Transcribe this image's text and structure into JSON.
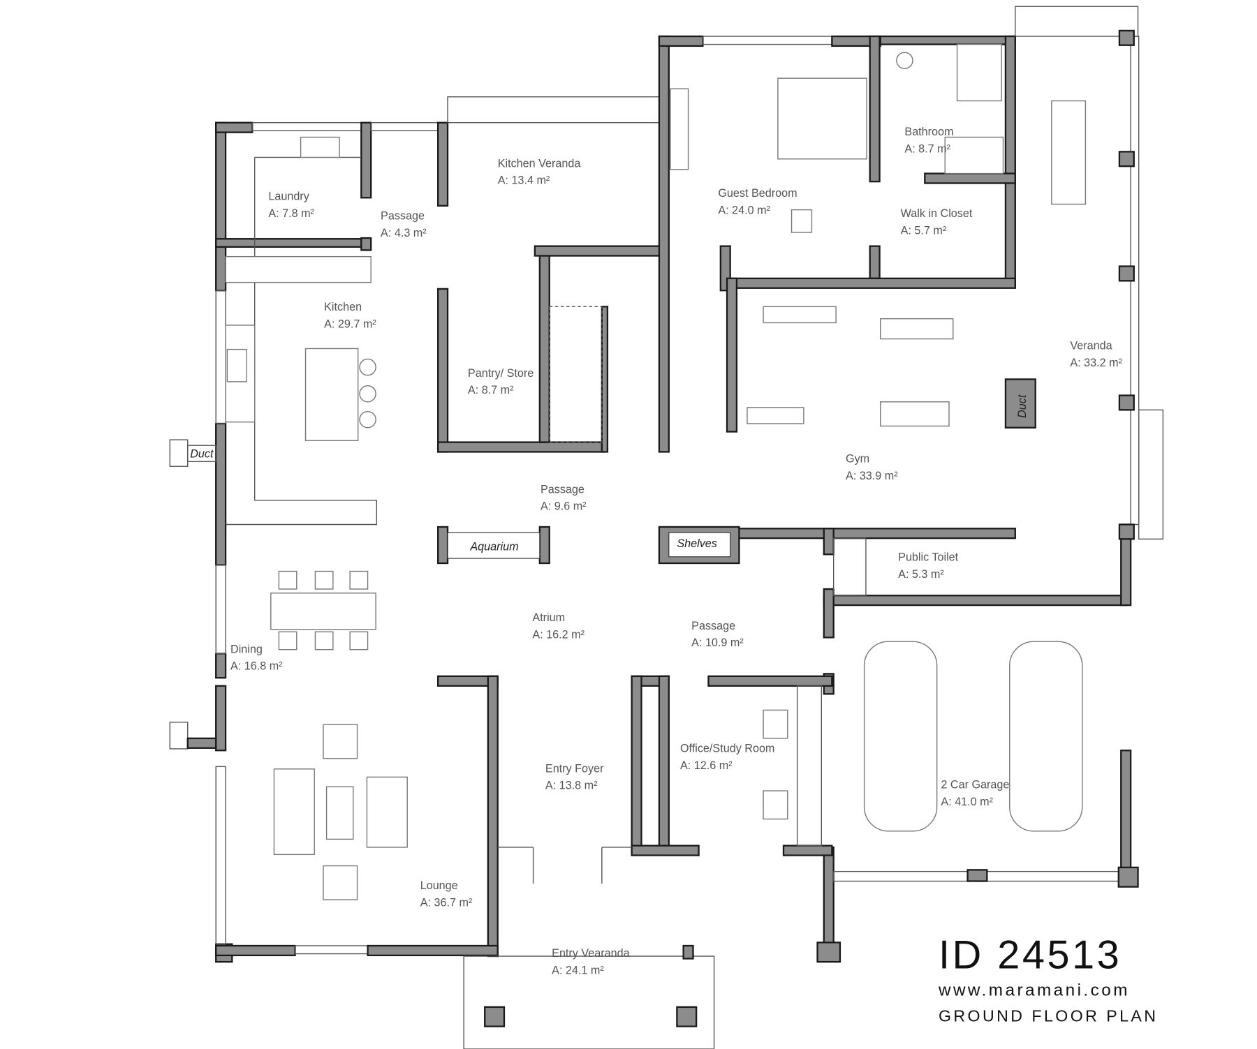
{
  "plan": {
    "id_label": "ID 24513",
    "website": "www.maramani.com",
    "plan_title": "GROUND FLOOR PLAN"
  },
  "rooms": [
    {
      "name": "Laundry",
      "area": "A: 7.8 m²"
    },
    {
      "name": "Passage",
      "area": "A: 4.3 m²"
    },
    {
      "name": "Kitchen Veranda",
      "area": "A: 13.4 m²"
    },
    {
      "name": "Guest Bedroom",
      "area": "A: 24.0 m²"
    },
    {
      "name": "Bathroom",
      "area": "A: 8.7 m²"
    },
    {
      "name": "Walk in Closet",
      "area": "A: 5.7 m²"
    },
    {
      "name": "Kitchen",
      "area": "A: 29.7 m²"
    },
    {
      "name": "Pantry/ Store",
      "area": "A: 8.7 m²"
    },
    {
      "name": "Veranda",
      "area": "A: 33.2 m²"
    },
    {
      "name": "Gym",
      "area": "A: 33.9 m²"
    },
    {
      "name": "Passage",
      "area": "A: 9.6 m²"
    },
    {
      "name": "Public Toilet",
      "area": "A: 5.3 m²"
    },
    {
      "name": "Atrium",
      "area": "A: 16.2 m²"
    },
    {
      "name": "Passage",
      "area": "A: 10.9 m²"
    },
    {
      "name": "Dining",
      "area": "A: 16.8 m²"
    },
    {
      "name": "Office/Study Room",
      "area": "A: 12.6 m²"
    },
    {
      "name": "Entry Foyer",
      "area": "A: 13.8 m²"
    },
    {
      "name": "2 Car Garage",
      "area": "A: 41.0 m²"
    },
    {
      "name": "Lounge",
      "area": "A: 36.7 m²"
    },
    {
      "name": "Entry Vearanda",
      "area": "A: 24.1 m²"
    }
  ],
  "fixtures": {
    "duct_left": "Duct",
    "duct_right": "Duct",
    "aquarium": "Aquarium",
    "shelves": "Shelves"
  }
}
